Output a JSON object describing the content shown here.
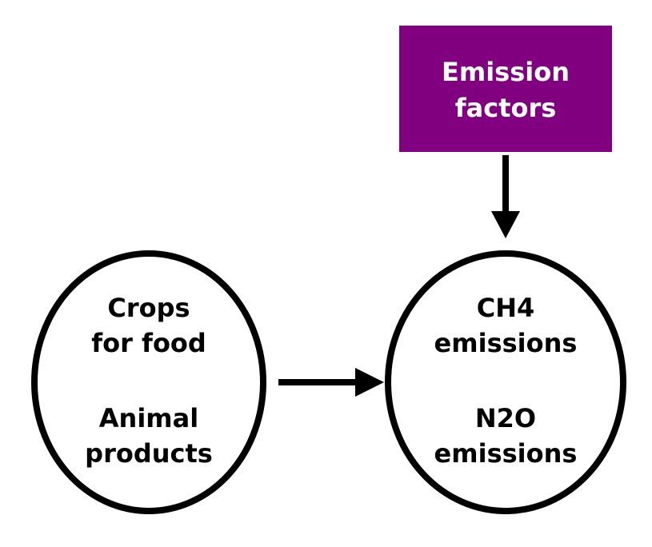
{
  "colors": {
    "box_fill": "#800080",
    "box_text": "#ffffff",
    "stroke": "#000000",
    "background": "#ffffff"
  },
  "box": {
    "line1": "Emission",
    "line2": "factors"
  },
  "left_circle": {
    "line1": "Crops",
    "line2": "for food",
    "line3": "Animal",
    "line4": "products"
  },
  "right_circle": {
    "line1": "CH4",
    "line2": "emissions",
    "line3": "N2O",
    "line4": "emissions"
  }
}
